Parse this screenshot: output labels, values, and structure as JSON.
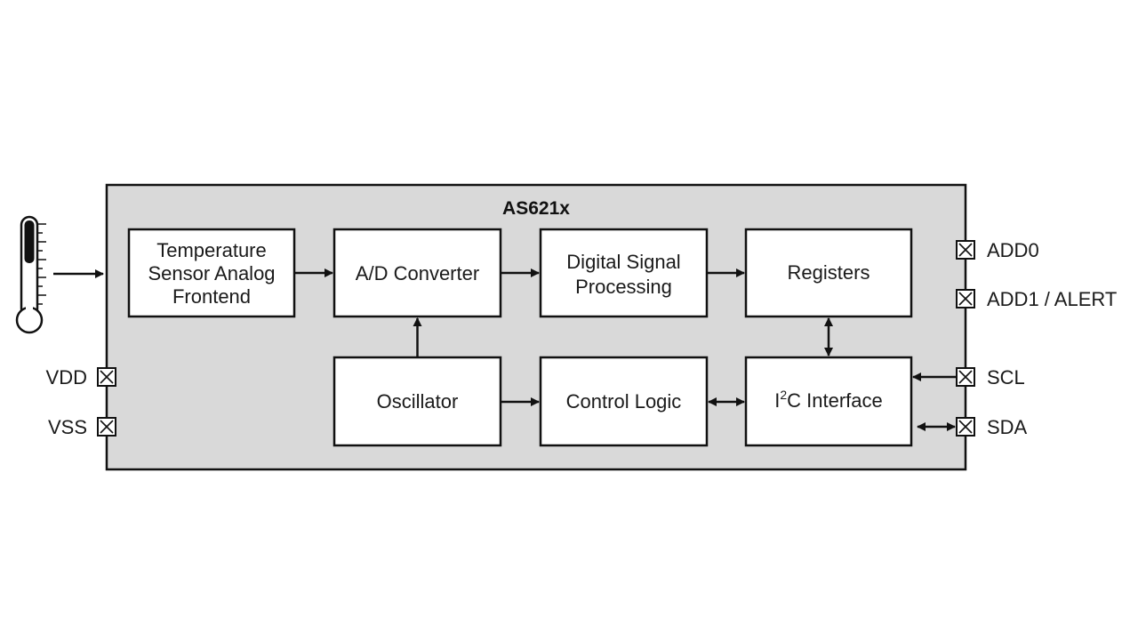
{
  "chip": {
    "title": "AS621x"
  },
  "blocks": {
    "temp_sensor": {
      "lines": [
        "Temperature",
        "Sensor Analog",
        "Frontend"
      ]
    },
    "adc": {
      "lines": [
        "A/D Converter"
      ]
    },
    "dsp": {
      "lines": [
        "Digital Signal",
        "Processing"
      ]
    },
    "registers": {
      "lines": [
        "Registers"
      ]
    },
    "oscillator": {
      "lines": [
        "Oscillator"
      ]
    },
    "control_logic": {
      "lines": [
        "Control Logic"
      ]
    },
    "i2c": {
      "prefix": "I",
      "superscript": "2",
      "suffix": "C Interface"
    }
  },
  "pins": {
    "add0": "ADD0",
    "add1_alert": "ADD1 / ALERT",
    "scl": "SCL",
    "sda": "SDA",
    "vdd": "VDD",
    "vss": "VSS"
  },
  "icons": {
    "thermometer": "thermometer-icon"
  }
}
